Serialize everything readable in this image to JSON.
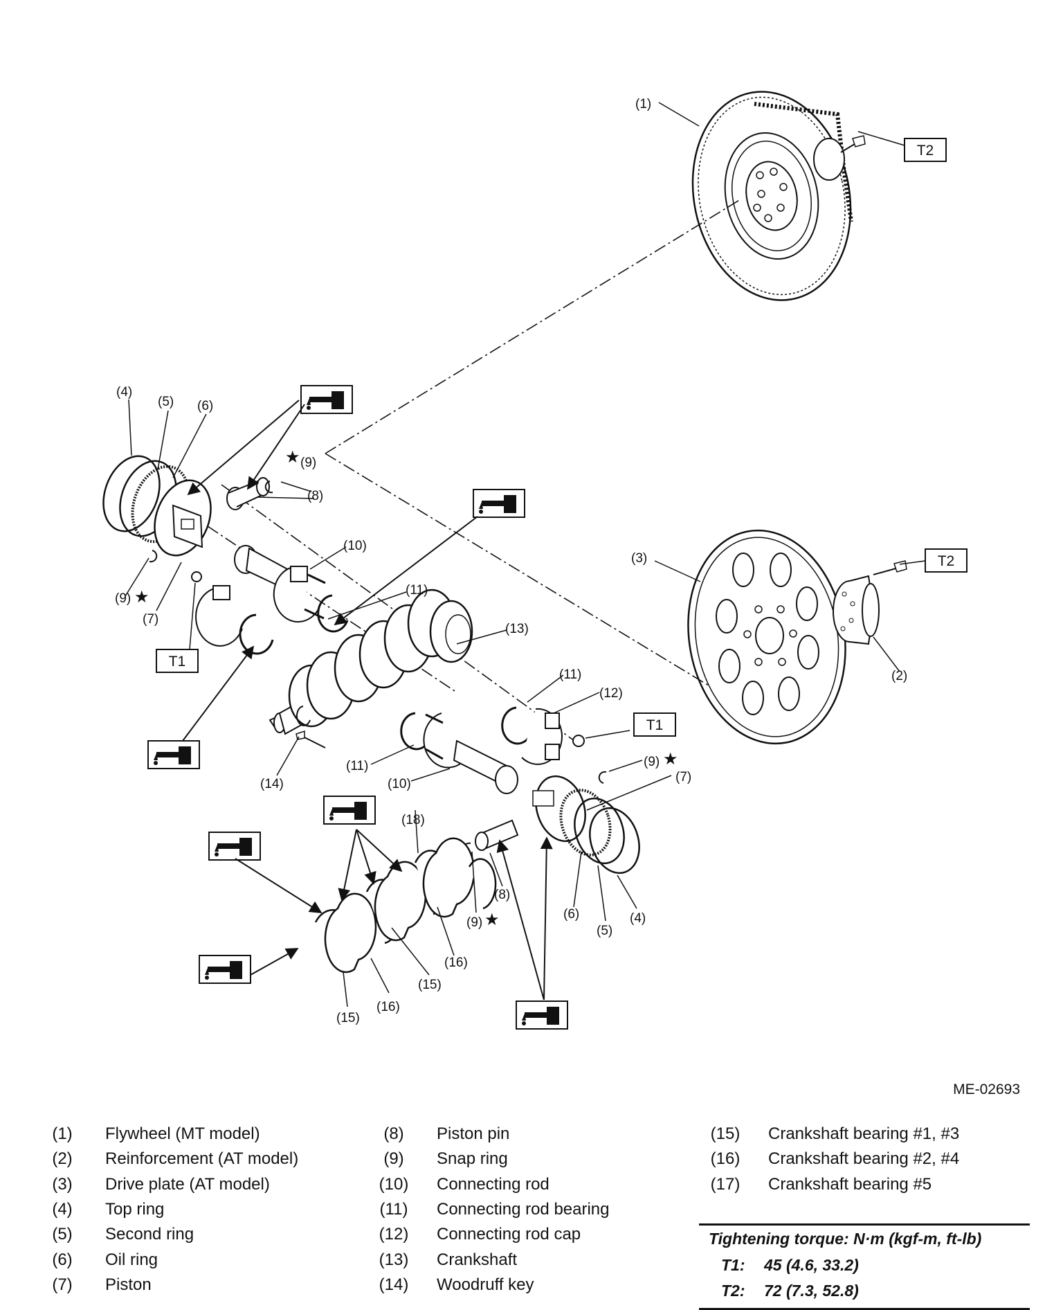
{
  "figure_id": "ME-02693",
  "callouts": {
    "c1": "(1)",
    "c2": "(2)",
    "c3": "(3)",
    "c4": "(4)",
    "c5": "(5)",
    "c6": "(6)",
    "c7": "(7)",
    "c8": "(8)",
    "c9": "(9)",
    "c10": "(10)",
    "c11": "(11)",
    "c12": "(12)",
    "c13": "(13)",
    "c14": "(14)",
    "c15": "(15)",
    "c16": "(16)",
    "c18": "(18)",
    "star": "★",
    "t1": "T1",
    "t2": "T2"
  },
  "legend": {
    "col1": [
      {
        "num": "(1)",
        "label": "Flywheel (MT model)"
      },
      {
        "num": "(2)",
        "label": "Reinforcement (AT model)"
      },
      {
        "num": "(3)",
        "label": "Drive plate (AT model)"
      },
      {
        "num": "(4)",
        "label": "Top ring"
      },
      {
        "num": "(5)",
        "label": "Second ring"
      },
      {
        "num": "(6)",
        "label": "Oil ring"
      },
      {
        "num": "(7)",
        "label": "Piston"
      }
    ],
    "col2": [
      {
        "num": "(8)",
        "label": "Piston pin"
      },
      {
        "num": "(9)",
        "label": "Snap ring"
      },
      {
        "num": "(10)",
        "label": "Connecting rod"
      },
      {
        "num": "(11)",
        "label": "Connecting rod bearing"
      },
      {
        "num": "(12)",
        "label": "Connecting rod cap"
      },
      {
        "num": "(13)",
        "label": "Crankshaft"
      },
      {
        "num": "(14)",
        "label": "Woodruff key"
      }
    ],
    "col3": [
      {
        "num": "(15)",
        "label": "Crankshaft bearing #1, #3"
      },
      {
        "num": "(16)",
        "label": "Crankshaft bearing #2, #4"
      },
      {
        "num": "(17)",
        "label": "Crankshaft bearing #5"
      }
    ]
  },
  "torque": {
    "heading": "Tightening torque: N·m (kgf-m, ft-lb)",
    "t1_key": "T1:",
    "t1_value": "45 (4.6, 33.2)",
    "t2_key": "T2:",
    "t2_value": "72 (7.3, 52.8)"
  }
}
